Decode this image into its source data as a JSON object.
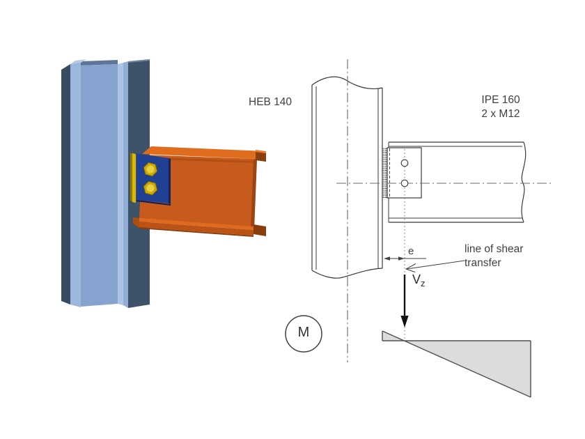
{
  "figure": {
    "title_context": "steel fin plate connection diagram",
    "labels": {
      "column": "HEB 140",
      "beam_line1": "IPE 160",
      "beam_line2": "2 x M12",
      "eccentricity": "e",
      "shear_line1": "line of shear",
      "shear_line2": "transfer",
      "shear_force": "V",
      "shear_force_sub": "z",
      "moment": "M"
    },
    "colors": {
      "column_web_blue": "#86a2ce",
      "column_flange_light": "#9cb6dc",
      "column_flange_dark": "#3e5269",
      "beam_web_orange": "#c75b1d",
      "beam_top_orange": "#e06c1e",
      "beam_cut_dark": "#8a3d0e",
      "plate_blue": "#1f4093",
      "bolt_yellow": "#cfa902",
      "weld_yellow": "#d9b806",
      "moment_fill": "#dcdcdc",
      "drawing_line": "#383838",
      "centerline_gray": "#6b6b6b",
      "text_gray": "#3f3f3f"
    }
  }
}
